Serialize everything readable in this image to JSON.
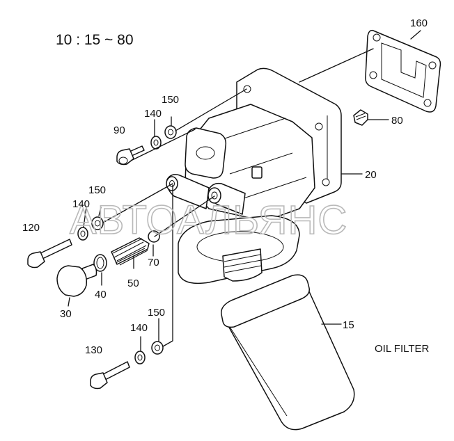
{
  "header": {
    "model_code": "10 : 15 ~ 80"
  },
  "watermark": {
    "text": "АВТОАЛЬЯНС"
  },
  "caption": {
    "text": "OIL FILTER"
  },
  "callouts": {
    "p160": "160",
    "p150a": "150",
    "p140a": "140",
    "p90": "90",
    "p80": "80",
    "p20": "20",
    "p150b": "150",
    "p140b": "140",
    "p120": "120",
    "p70": "70",
    "p50": "50",
    "p40": "40",
    "p30": "30",
    "p15": "15",
    "p150c": "150",
    "p140c": "140",
    "p130": "130"
  },
  "colors": {
    "ink": "#111111",
    "watermark": "#b9b9b9",
    "background": "#ffffff"
  }
}
